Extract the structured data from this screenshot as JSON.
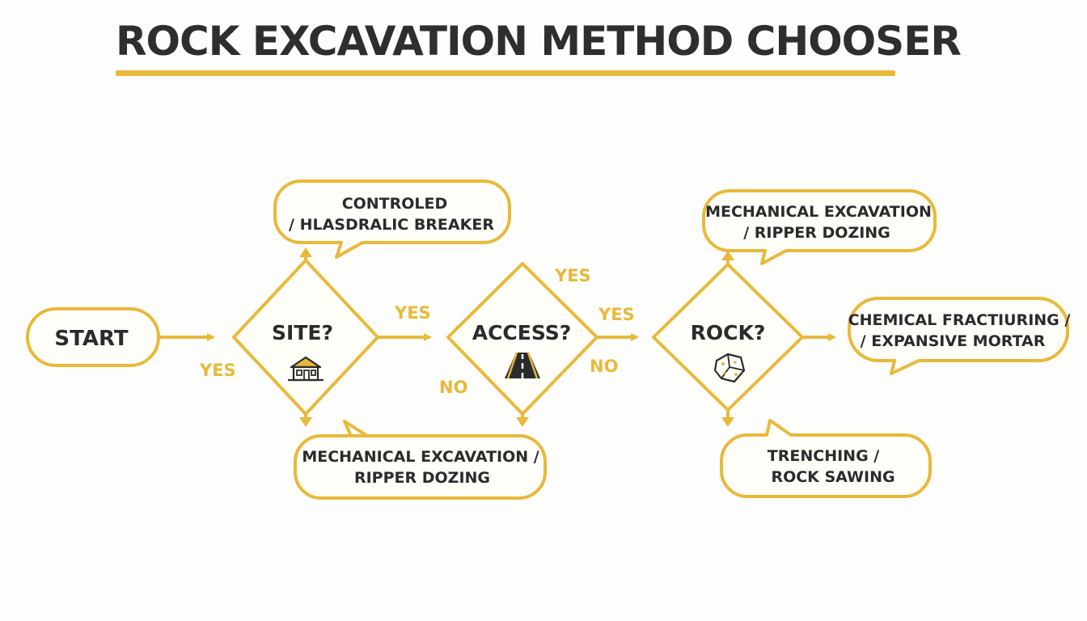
{
  "title": "ROCK EXCAVATION METHOD CHOOSER",
  "colors": {
    "accent": "#e8b93a",
    "text": "#2b2b2b",
    "background": "#fdfdfb"
  },
  "nodes": {
    "start": {
      "label": "START"
    },
    "site": {
      "label": "SITE?",
      "icon": "house-icon"
    },
    "access": {
      "label": "ACCESS?",
      "icon": "road-icon"
    },
    "rock": {
      "label": "ROCK?",
      "icon": "rock-cube-icon"
    },
    "controlled_breaker": {
      "line1": "CONTROLED",
      "line2": "/ HLASDRALIC BREAKER"
    },
    "mech_excavation_lower": {
      "line1": "MECHANICAL EXCAVATION /",
      "line2": "RIPPER DOZING"
    },
    "mech_excavation_upper": {
      "line1": "MECHANICAL EXCAVATION",
      "line2": "/ RIPPER DOZING"
    },
    "chemical_fracturing": {
      "line1": "CHEMICAL FRACTIURING /",
      "line2": "/ EXPANSIVE MORTAR"
    },
    "trenching": {
      "line1": "TRENCHING /",
      "line2": "ROCK SAWING"
    }
  },
  "edge_labels": {
    "start_yes": "YES",
    "site_yes": "YES",
    "access_yes_top": "YES",
    "access_yes": "YES",
    "access_no_left": "NO",
    "access_no_right": "NO"
  }
}
